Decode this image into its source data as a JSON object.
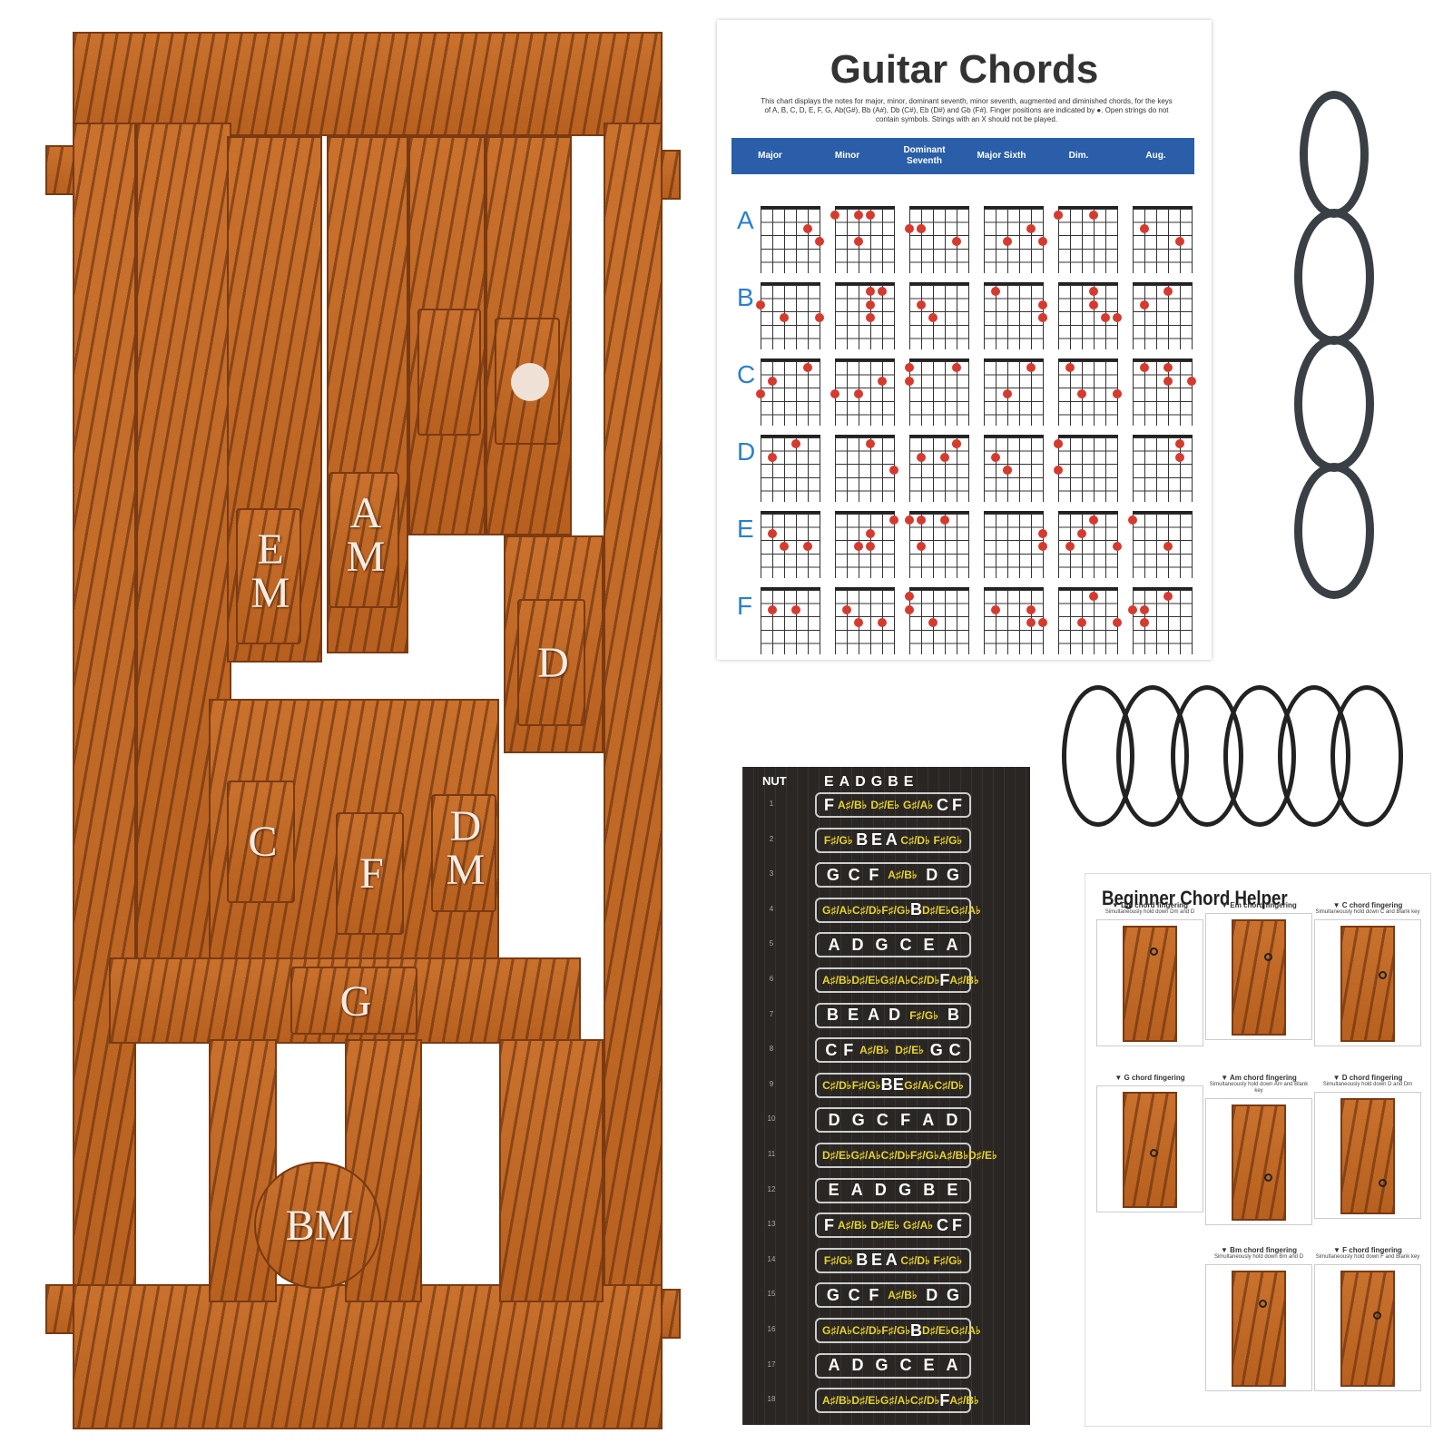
{
  "device": {
    "keys": {
      "em": "E\nM",
      "am": "A\nM",
      "d": "D",
      "c": "C",
      "f": "F",
      "dm": "D\nM",
      "g": "G",
      "bm": "BM"
    }
  },
  "poster": {
    "title": "Guitar Chords",
    "description": "This chart displays the notes for major, minor, dominant seventh, minor seventh, augmented and diminished chords, for the keys of A, B, C, D, E, F, G, Ab(G#), Bb (A#), Db (C#), Eb (D#) and Gb (F#). Finger positions are indicated by ●. Open strings do not contain symbols. Strings with an X should not be played.",
    "columns": [
      "Major",
      "Minor",
      "Dominant Seventh",
      "Major Sixth",
      "Dim.",
      "Aug."
    ],
    "rows": [
      "A",
      "B",
      "C",
      "D",
      "E",
      "F"
    ],
    "dot_color": "#d63a2f",
    "header_color": "#2a5ea8"
  },
  "fretboard": {
    "nut_label": "NUT",
    "open_strings": "EADGBE",
    "rows": [
      {
        "fret": "1",
        "notes": [
          "F",
          "A♯/B♭",
          "D♯/E♭",
          "G♯/A♭",
          "C",
          "F"
        ]
      },
      {
        "fret": "2",
        "notes": [
          "F♯/G♭",
          "B",
          "E",
          "A",
          "C♯/D♭",
          "F♯/G♭"
        ]
      },
      {
        "fret": "3",
        "notes": [
          "G",
          "C",
          "F",
          "A♯/B♭",
          "D",
          "G"
        ]
      },
      {
        "fret": "4",
        "notes": [
          "G♯/A♭",
          "C♯/D♭",
          "F♯/G♭",
          "B",
          "D♯/E♭",
          "G♯/A♭"
        ]
      },
      {
        "fret": "5",
        "notes": [
          "A",
          "D",
          "G",
          "C",
          "E",
          "A"
        ]
      },
      {
        "fret": "6",
        "notes": [
          "A♯/B♭",
          "D♯/E♭",
          "G♯/A♭",
          "C♯/D♭",
          "F",
          "A♯/B♭"
        ]
      },
      {
        "fret": "7",
        "notes": [
          "B",
          "E",
          "A",
          "D",
          "F♯/G♭",
          "B"
        ]
      },
      {
        "fret": "8",
        "notes": [
          "C",
          "F",
          "A♯/B♭",
          "D♯/E♭",
          "G",
          "C"
        ]
      },
      {
        "fret": "9",
        "notes": [
          "C♯/D♭",
          "F♯/G♭",
          "B",
          "E",
          "G♯/A♭",
          "C♯/D♭"
        ]
      },
      {
        "fret": "10",
        "notes": [
          "D",
          "G",
          "C",
          "F",
          "A",
          "D"
        ]
      },
      {
        "fret": "11",
        "notes": [
          "D♯/E♭",
          "G♯/A♭",
          "C♯/D♭",
          "F♯/G♭",
          "A♯/B♭",
          "D♯/E♭"
        ]
      },
      {
        "fret": "12",
        "notes": [
          "E",
          "A",
          "D",
          "G",
          "B",
          "E"
        ]
      },
      {
        "fret": "13",
        "notes": [
          "F",
          "A♯/B♭",
          "D♯/E♭",
          "G♯/A♭",
          "C",
          "F"
        ]
      },
      {
        "fret": "14",
        "notes": [
          "F♯/G♭",
          "B",
          "E",
          "A",
          "C♯/D♭",
          "F♯/G♭"
        ]
      },
      {
        "fret": "15",
        "notes": [
          "G",
          "C",
          "F",
          "A♯/B♭",
          "D",
          "G"
        ]
      },
      {
        "fret": "16",
        "notes": [
          "G♯/A♭",
          "C♯/D♭",
          "F♯/G♭",
          "B",
          "D♯/E♭",
          "G♯/A♭"
        ]
      },
      {
        "fret": "17",
        "notes": [
          "A",
          "D",
          "G",
          "C",
          "E",
          "A"
        ]
      },
      {
        "fret": "18",
        "notes": [
          "A♯/B♭",
          "D♯/E♭",
          "G♯/A♭",
          "C♯/D♭",
          "F",
          "A♯/B♭"
        ]
      }
    ]
  },
  "helper": {
    "title": "Beginner Chord Helper",
    "cells": [
      {
        "caption": "▼ Dm chord fingering",
        "sub": "Simultaneously hold down Dm and D"
      },
      {
        "caption": "▼ Em chord fingering",
        "sub": ""
      },
      {
        "caption": "▼ C chord fingering",
        "sub": "Simultaneously hold down C and Blank key"
      },
      {
        "caption": "▼ G chord fingering",
        "sub": ""
      },
      {
        "caption": "▼ Am chord fingering",
        "sub": "Simultaneously hold down Am and Blank key"
      },
      {
        "caption": "▼ D chord fingering",
        "sub": "Simultaneously hold down D and Dm"
      },
      {
        "caption": "▼ Bm chord fingering",
        "sub": "Simultaneously hold down Bm and D"
      },
      {
        "caption": "▼ F chord fingering",
        "sub": "Simultaneously hold down F and Blank key"
      }
    ]
  }
}
